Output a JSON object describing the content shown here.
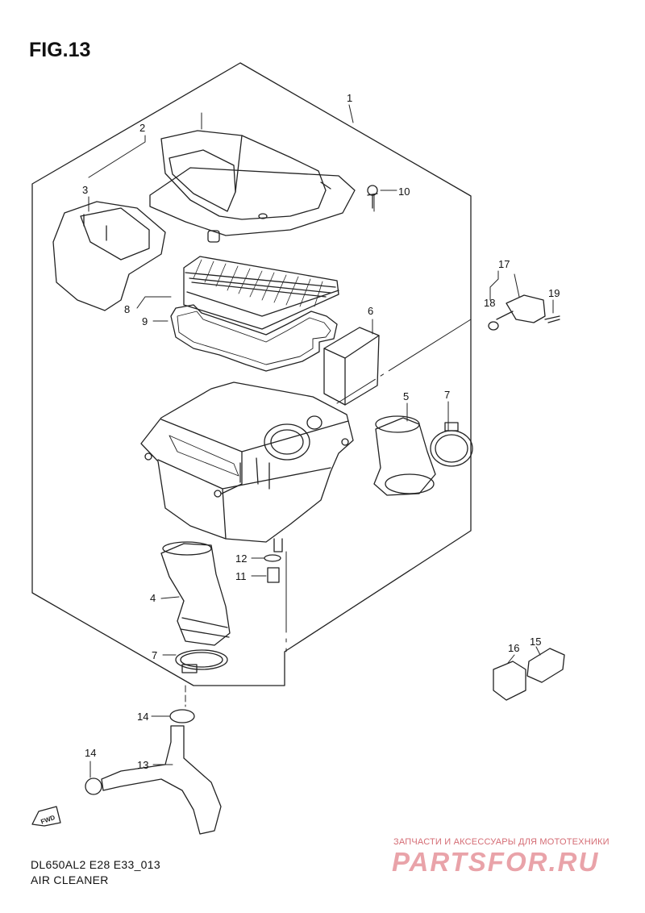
{
  "figure": {
    "title": "FIG.13",
    "code": "DL650AL2 E28 E33_013",
    "name": "AIR CLEANER"
  },
  "callouts": [
    "1",
    "2",
    "3",
    "4",
    "5",
    "6",
    "7",
    "7",
    "8",
    "9",
    "10",
    "11",
    "12",
    "13",
    "14",
    "14",
    "15",
    "16",
    "17",
    "18",
    "19"
  ],
  "fwd_mark": "FWD",
  "watermark": {
    "tagline": "ЗАПЧАСТИ И АКСЕССУАРЫ ДЛЯ МОТОТЕХНИКИ",
    "brand": "PARTSFOR.RU"
  },
  "colors": {
    "line": "#222222",
    "watermark": "#c63a45"
  }
}
